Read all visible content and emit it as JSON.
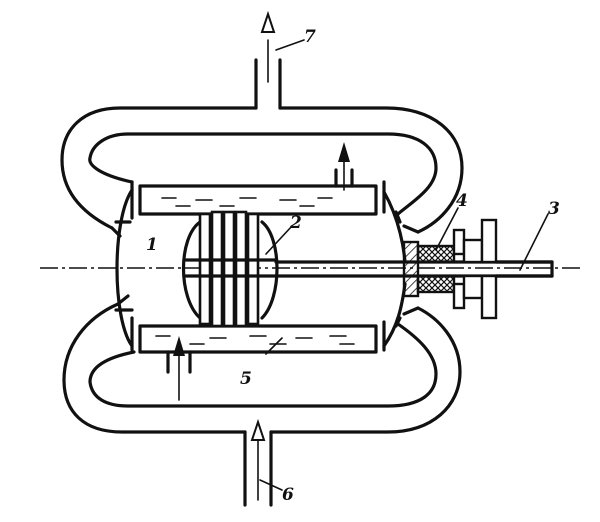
{
  "diagram": {
    "labels": {
      "l1": "1",
      "l2": "2",
      "l3": "3",
      "l4": "4",
      "l5": "5",
      "l6": "6",
      "l7": "7"
    }
  },
  "colors": {
    "ink": "#111111",
    "background": "#ffffff"
  }
}
